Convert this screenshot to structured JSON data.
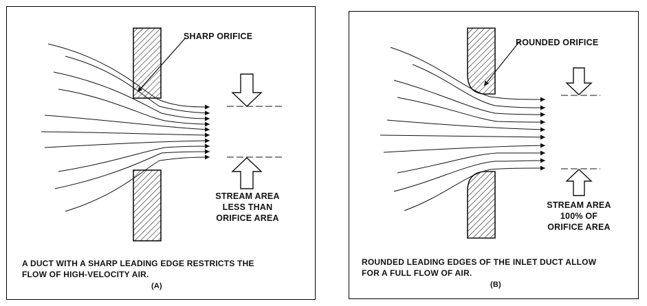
{
  "panel_a": {
    "callout": "SHARP ORIFICE",
    "stream_area": [
      "STREAM AREA",
      "LESS THAN",
      "ORIFICE AREA"
    ],
    "caption": [
      "A DUCT WITH A SHARP LEADING EDGE RESTRICTS THE",
      "FLOW OF HIGH-VELOCITY AIR."
    ],
    "letter": "(A)"
  },
  "panel_b": {
    "callout": "ROUNDED ORIFICE",
    "stream_area": [
      "STREAM AREA",
      "100% OF",
      "ORIFICE AREA"
    ],
    "caption": [
      "ROUNDED LEADING EDGES OF THE INLET DUCT ALLOW",
      "FOR A FULL FLOW OF AIR."
    ],
    "letter": "(B)"
  },
  "colors": {
    "ink": "#111111",
    "paper": "#ffffff"
  }
}
